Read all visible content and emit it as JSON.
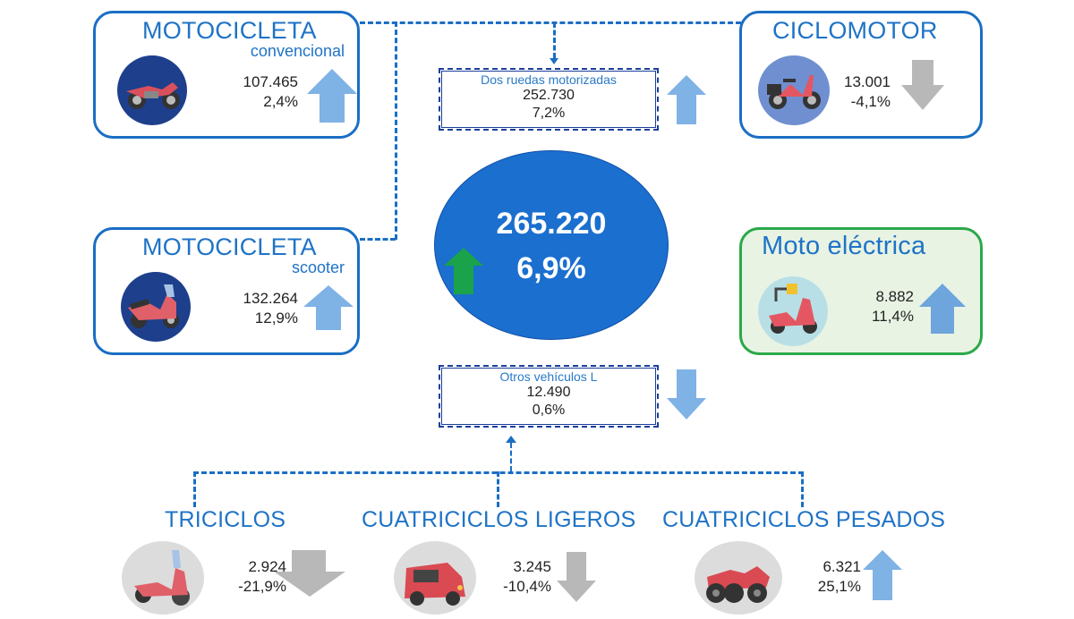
{
  "colors": {
    "primary_blue": "#1a6ec4",
    "title_blue": "#1f73c6",
    "up_arrow": "#7fb2e5",
    "down_arrow": "#b8b8b8",
    "total_arrow": "#1aa34a",
    "ellipse": "#1a6fcf",
    "green_border": "#2aa84a"
  },
  "total": {
    "value": "265.220",
    "change": "6,9%",
    "trend": "up"
  },
  "groups": {
    "two_wheel": {
      "label": "Dos ruedas motorizadas",
      "value": "252.730",
      "change": "7,2%",
      "trend": "up"
    },
    "other_l": {
      "label": "Otros vehículos L",
      "value": "12.490",
      "change": "0,6%",
      "trend": "down"
    }
  },
  "cards": {
    "moto_conv": {
      "title": "MOTOCICLETA",
      "subtitle": "convencional",
      "value": "107.465",
      "change": "2,4%",
      "trend": "up",
      "icon": "motorcycle-icon"
    },
    "ciclomotor": {
      "title": "CICLOMOTOR",
      "value": "13.001",
      "change": "-4,1%",
      "trend": "down",
      "icon": "moped-icon"
    },
    "moto_scooter": {
      "title": "MOTOCICLETA",
      "subtitle": "scooter",
      "value": "132.264",
      "change": "12,9%",
      "trend": "up",
      "icon": "scooter-icon"
    },
    "moto_electrica": {
      "title": "Moto eléctrica",
      "value": "8.882",
      "change": "11,4%",
      "trend": "up",
      "icon": "electric-scooter-icon"
    }
  },
  "bottom": {
    "triciclos": {
      "title": "TRICICLOS",
      "value": "2.924",
      "change": "-21,9%",
      "trend": "down",
      "icon": "tricycle-icon"
    },
    "cuatri_ligeros": {
      "title": "CUATRICICLOS LIGEROS",
      "value": "3.245",
      "change": "-10,4%",
      "trend": "down",
      "icon": "microcar-icon"
    },
    "cuatri_pesados": {
      "title": "CUATRICICLOS PESADOS",
      "value": "6.321",
      "change": "25,1%",
      "trend": "up",
      "icon": "quad-icon"
    }
  }
}
